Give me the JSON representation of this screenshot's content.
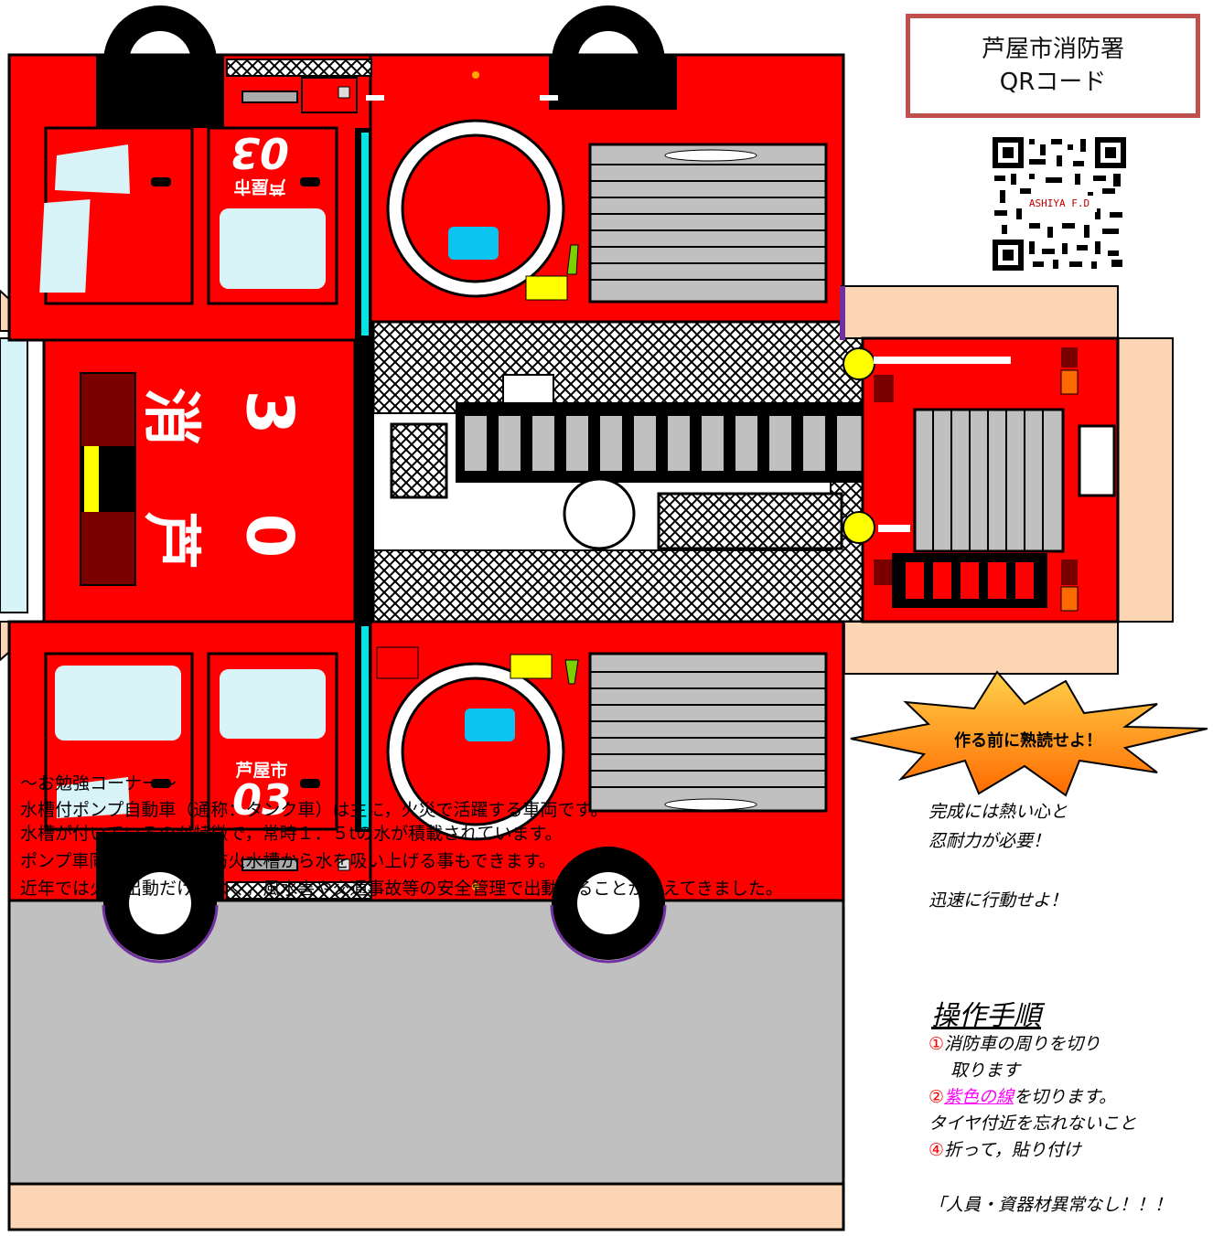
{
  "qr": {
    "title_line1": "芦屋市消防署",
    "title_line2": "QRコード",
    "stamp": "ASHIYA F.D"
  },
  "truck": {
    "side_label": "芦屋市",
    "side_number": "03",
    "roof_chars": [
      "芦",
      "消",
      "0",
      "3"
    ]
  },
  "warning": {
    "burst": "作る前に熟読せよ！",
    "line1": "完成には熱い心と",
    "line2": "忍耐力が必要！",
    "line3": "迅速に行動せよ！"
  },
  "study": {
    "title": "〜お勉強コーナー〜",
    "p1": "水槽付ポンプ自動車（通称：タンク車）は主に，火災で活躍する車両です。",
    "p2": "水槽が付いているのが特徴で，常時１．５tの水が積載されています。",
    "p3": "ポンプ車同様，消火栓や防火水槽から水を吸い上げる事もできます。",
    "p4": "近年では火災出動だけでなく，風水害や交通事故等の安全管理で出動することが増えてきました。"
  },
  "steps": {
    "heading": "操作手順",
    "s1_num": "①",
    "s1a": "消防車の周りを切り",
    "s1b": "取ります",
    "s2_num": "②",
    "s2_purple": "紫色の線",
    "s2_rest": "を切ります。",
    "s2b": "タイヤ付近を忘れないこと",
    "s4_num": "④",
    "s4": "折って，貼り付け",
    "closing": "「人員・資器材異常なし！！！"
  },
  "colors": {
    "truck_red": "#ff0000",
    "tab": "#fcd5b5",
    "study_bg": "#c0c0c0",
    "burst": "#ff8c1a",
    "glass": "#d9f4f9"
  }
}
